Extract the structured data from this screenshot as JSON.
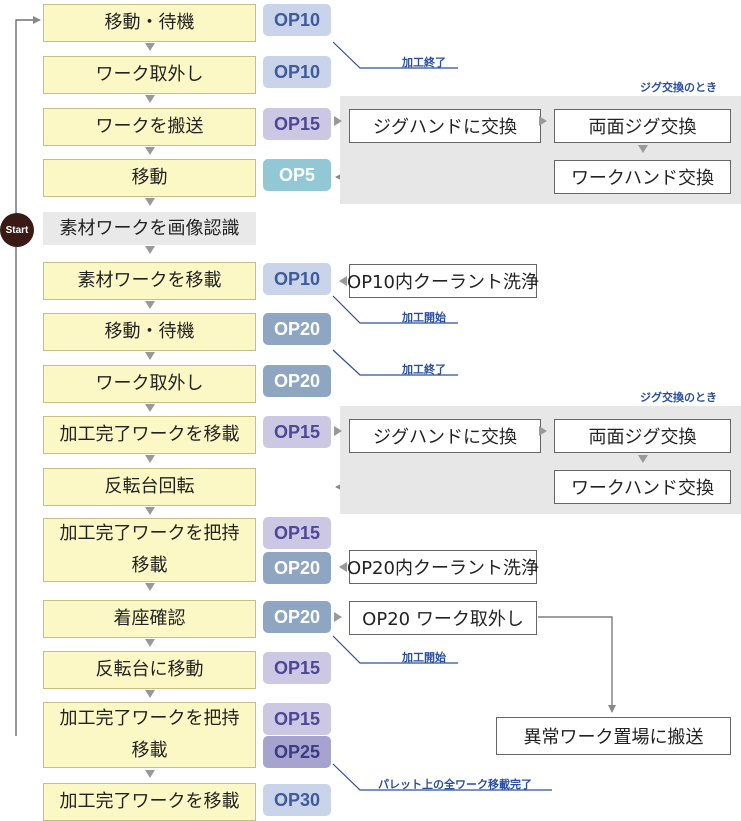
{
  "start_label": "Start",
  "steps": [
    {
      "label": "移動・待機"
    },
    {
      "label": "ワーク取外し"
    },
    {
      "label": "ワークを搬送"
    },
    {
      "label": "移動"
    },
    {
      "label": "素材ワークを画像認識"
    },
    {
      "label": "素材ワークを移載"
    },
    {
      "label": "移動・待機"
    },
    {
      "label": "ワーク取外し"
    },
    {
      "label": "加工完了ワークを移載"
    },
    {
      "label": "反転台回転"
    },
    {
      "label": "加工完了ワークを把持\n移載"
    },
    {
      "label": "着座確認"
    },
    {
      "label": "反転台に移動"
    },
    {
      "label": "加工完了ワークを把持\n移載"
    },
    {
      "label": "加工完了ワークを移載"
    }
  ],
  "ops": [
    "OP10",
    "OP10",
    "OP15",
    "OP5",
    "OP10",
    "OP20",
    "OP20",
    "OP15",
    "OP15",
    "OP20",
    "OP20",
    "OP15",
    "OP15",
    "OP25",
    "OP30"
  ],
  "side": {
    "jig_note": "ジグ交換のとき",
    "jig_note_2": "ジグ交換のとき",
    "jig_hand": "ジグハンドに交換",
    "both_jig": "両面ジグ交換",
    "work_hand": "ワークハンド交換",
    "jig_hand_2": "ジグハンドに交換",
    "both_jig_2": "両面ジグ交換",
    "work_hand_2": "ワークハンド交換",
    "op10_coolant": "OP10内クーラント洗浄",
    "op20_coolant": "OP20内クーラント洗浄",
    "op20_remove": "OP20 ワーク取外し",
    "abnormal": "異常ワーク置場に搬送"
  },
  "notes": {
    "end1": "加工終了",
    "start1": "加工開始",
    "end2": "加工終了",
    "start2": "加工開始",
    "pallet": "パレット上の全ワーク移載完了"
  },
  "colors": {
    "step_fill": "#fcf8c6",
    "step_border": "#c4bf86",
    "panel_fill": "#e7e7e7",
    "note_text": "#2b4fa0",
    "start_fill": "#3a1a14"
  }
}
